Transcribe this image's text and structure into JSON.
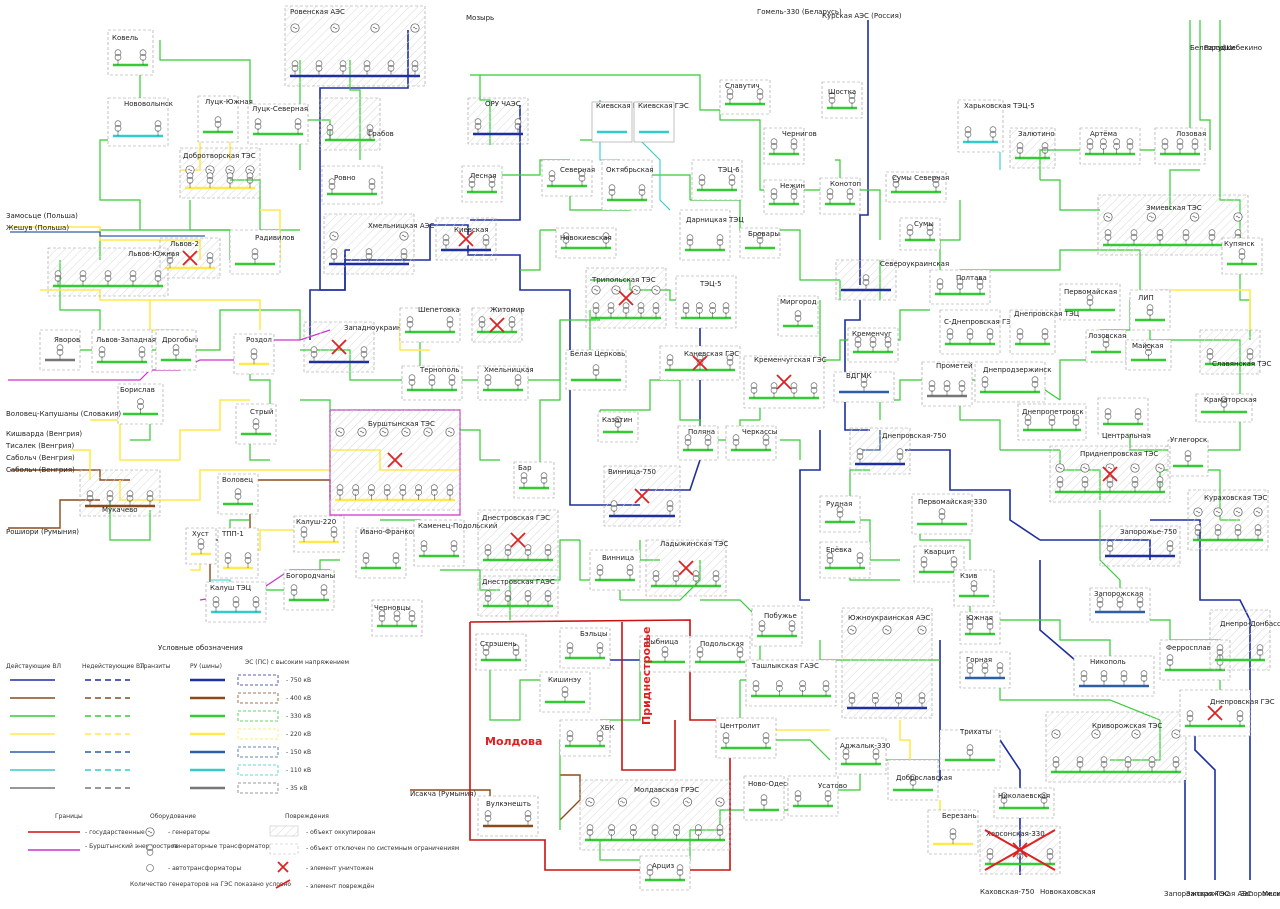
{
  "colors": {
    "kv750": "#1e2fa0",
    "kv400": "#8b4a1a",
    "kv330": "#33cc33",
    "kv220": "#ffe94d",
    "kv150": "#2c5fa8",
    "kv110": "#33cccc",
    "kv35": "#777777",
    "border": "#cc1111",
    "burshtyn": "#cc33cc",
    "damage": "#dd2222"
  },
  "region_labels": {
    "moldova": "Молдова",
    "pridnestrovie": "Приднестровье"
  },
  "stations": [
    {
      "id": "kovel",
      "name": "Ковель"
    },
    {
      "id": "rivne_aes",
      "name": "Ровенская АЭС"
    },
    {
      "id": "mozyr",
      "name": "Мозырь"
    },
    {
      "id": "gomel",
      "name": "Гомель-330 (Беларусь)"
    },
    {
      "id": "kursk",
      "name": "Курская АЭС (Россия)"
    },
    {
      "id": "novovolynsk",
      "name": "Нововолынск"
    },
    {
      "id": "lutsk_yuzh",
      "name": "Луцк-Южная"
    },
    {
      "id": "lutsk_sev",
      "name": "Луцк-Северная"
    },
    {
      "id": "grabov",
      "name": "Грабов"
    },
    {
      "id": "oru_chaes",
      "name": "ОРУ ЧАЭС"
    },
    {
      "id": "kiev_gaes",
      "name": "Киевская ГАЭС"
    },
    {
      "id": "kiev_ges",
      "name": "Киевская ГЭС"
    },
    {
      "id": "slavutich",
      "name": "Славутич"
    },
    {
      "id": "shostka",
      "name": "Шостка"
    },
    {
      "id": "kharkiv_tec5",
      "name": "Харьковская ТЭЦ-5"
    },
    {
      "id": "dobrotvor",
      "name": "Добротворская ТЭС"
    },
    {
      "id": "rovno",
      "name": "Ровно"
    },
    {
      "id": "lesnaya",
      "name": "Лесная"
    },
    {
      "id": "severnaya",
      "name": "Северная"
    },
    {
      "id": "oktyabrskaya",
      "name": "Октябрьская"
    },
    {
      "id": "tec6",
      "name": "ТЭЦ-6"
    },
    {
      "id": "chernigov",
      "name": "Чернигов"
    },
    {
      "id": "zalyutino",
      "name": "Залютино"
    },
    {
      "id": "artema",
      "name": "Артёма"
    },
    {
      "id": "lozovaya",
      "name": "Лозовая"
    },
    {
      "id": "zamoste",
      "name": "Замосьце (Польша)"
    },
    {
      "id": "zheshuv",
      "name": "Жешув (Польша)"
    },
    {
      "id": "khmelnitsky_aes",
      "name": "Хмельницкая АЭС"
    },
    {
      "id": "kievskaya",
      "name": "Киевская"
    },
    {
      "id": "darnitsa",
      "name": "Дарницкая ТЭЦ"
    },
    {
      "id": "nezhin",
      "name": "Нежин"
    },
    {
      "id": "konotop",
      "name": "Конотоп"
    },
    {
      "id": "sumy_sev",
      "name": "Сумы Северная"
    },
    {
      "id": "zmiev",
      "name": "Змиевская ТЭС"
    },
    {
      "id": "lviv2",
      "name": "Львов-2"
    },
    {
      "id": "radivilov",
      "name": "Радивилов"
    },
    {
      "id": "novokievskaya",
      "name": "Новокиевская"
    },
    {
      "id": "brovary",
      "name": "Бровары"
    },
    {
      "id": "sumy",
      "name": "Сумы"
    },
    {
      "id": "kupyansk",
      "name": "Купянск"
    },
    {
      "id": "lviv_yuzh",
      "name": "Львов-Южная"
    },
    {
      "id": "trypilska",
      "name": "Трипольская ТЭС"
    },
    {
      "id": "tec5",
      "name": "ТЭЦ-5"
    },
    {
      "id": "severoukr",
      "name": "Североукраинская"
    },
    {
      "id": "poltava",
      "name": "Полтава"
    },
    {
      "id": "pervomayska",
      "name": "Первомайская"
    },
    {
      "id": "lip",
      "name": "ЛИП"
    },
    {
      "id": "yavorov",
      "name": "Яворов"
    },
    {
      "id": "lviv_zap",
      "name": "Львов-Западная"
    },
    {
      "id": "drogobych",
      "name": "Дрогобыч"
    },
    {
      "id": "rozdol",
      "name": "Роздол"
    },
    {
      "id": "zapadnoukr",
      "name": "Западноукраинская"
    },
    {
      "id": "shepetovka",
      "name": "Шепетовка"
    },
    {
      "id": "zhitomir",
      "name": "Житомир"
    },
    {
      "id": "myrgorod",
      "name": "Миргород"
    },
    {
      "id": "sdnepr_ges",
      "name": "С-Днепровская ГЭС"
    },
    {
      "id": "dnepr_tec",
      "name": "Днепровская ТЭЦ"
    },
    {
      "id": "lozovskaya",
      "name": "Лозовская"
    },
    {
      "id": "belaya_tserkov",
      "name": "Белая Церковь"
    },
    {
      "id": "kanev_ges",
      "name": "Каневская ГЭС"
    },
    {
      "id": "kremenchug",
      "name": "Кременчуг"
    },
    {
      "id": "ternopil",
      "name": "Тернополь"
    },
    {
      "id": "khmelnitskaya",
      "name": "Хмельницкая"
    },
    {
      "id": "kremenchug_ges",
      "name": "Кременчугская ГЭС"
    },
    {
      "id": "prometey",
      "name": "Прометей"
    },
    {
      "id": "dneprodzerzh",
      "name": "Днепродзержинск"
    },
    {
      "id": "mayskaya",
      "name": "Майская"
    },
    {
      "id": "slavyanskaya",
      "name": "Славянская ТЭС"
    },
    {
      "id": "borislav",
      "name": "Борислав"
    },
    {
      "id": "vgpmk",
      "name": "ВДГМК"
    },
    {
      "id": "volovets",
      "name": "Воловец-Капушаны (Словакия)"
    },
    {
      "id": "burshtyn",
      "name": "Бурштынская ТЭС"
    },
    {
      "id": "stryi",
      "name": "Стрый"
    },
    {
      "id": "kazatin",
      "name": "Казатин"
    },
    {
      "id": "dnepr750",
      "name": "Днепровская-750"
    },
    {
      "id": "dnepropetrovsk",
      "name": "Днепропетровск"
    },
    {
      "id": "centralnaya",
      "name": "Центральная"
    },
    {
      "id": "kramatorsk",
      "name": "Краматорская"
    },
    {
      "id": "kisvarda",
      "name": "Кишварда (Венгрия)"
    },
    {
      "id": "tisalek",
      "name": "Тисалек (Венгрия)"
    },
    {
      "id": "sabolch1",
      "name": "Сабольч (Венгрия)"
    },
    {
      "id": "sabolch2",
      "name": "Сабольч (Венгрия)"
    },
    {
      "id": "polyana",
      "name": "Поляна"
    },
    {
      "id": "cherkassy",
      "name": "Черкассы"
    },
    {
      "id": "vinnitsa750",
      "name": "Винница-750"
    },
    {
      "id": "uglegorsk",
      "name": "Углегорск"
    },
    {
      "id": "pridneprov",
      "name": "Приднепровская ТЭС"
    },
    {
      "id": "bar",
      "name": "Бар"
    },
    {
      "id": "mukachevo",
      "name": "Мукачево"
    },
    {
      "id": "volovets2",
      "name": "Воловец"
    },
    {
      "id": "roshiori",
      "name": "Рошиори (Румыния)"
    },
    {
      "id": "khust",
      "name": "Хуст"
    },
    {
      "id": "tpp1",
      "name": "ТПП-1"
    },
    {
      "id": "kaluzh",
      "name": "Калуш ТЭЦ"
    },
    {
      "id": "kalush220",
      "name": "Калуш-220"
    },
    {
      "id": "ivano_frank",
      "name": "Ивано-Франковск"
    },
    {
      "id": "kamenets",
      "name": "Каменец-Подольский"
    },
    {
      "id": "bogorodchany",
      "name": "Богородчаны"
    },
    {
      "id": "chernovtsy",
      "name": "Черновцы"
    },
    {
      "id": "dnestr_ges",
      "name": "Днестровская ГЭС"
    },
    {
      "id": "dnestr_gaes",
      "name": "Днестровская ГАЭС"
    },
    {
      "id": "vinnitsa",
      "name": "Винница"
    },
    {
      "id": "ladyzhin",
      "name": "Ладыжинская ТЭС"
    },
    {
      "id": "rudnaya",
      "name": "Рудная"
    },
    {
      "id": "yerevanka",
      "name": "Ерёвка"
    },
    {
      "id": "krivoy",
      "name": "Кварцит"
    },
    {
      "id": "pervomay330",
      "name": "Первомайская-330"
    },
    {
      "id": "zaporozh750",
      "name": "Запорожье-750"
    },
    {
      "id": "kurakhovo",
      "name": "Кураховская ТЭС"
    },
    {
      "id": "zaporozhskaya",
      "name": "Запорожская"
    },
    {
      "id": "ksiv",
      "name": "Кзив"
    },
    {
      "id": "yuzhnaya",
      "name": "Южная"
    },
    {
      "id": "gornaya",
      "name": "Горная"
    },
    {
      "id": "soroki",
      "name": "Стрэшень"
    },
    {
      "id": "beltsy",
      "name": "Бэльцы"
    },
    {
      "id": "rybnitsa",
      "name": "Рыбница"
    },
    {
      "id": "pobuzhye",
      "name": "Побужье"
    },
    {
      "id": "yuzhnoukr",
      "name": "Южноукраинская АЭС"
    },
    {
      "id": "podolskaya",
      "name": "Подольская"
    },
    {
      "id": "tashlyk",
      "name": "Ташлыкская ГАЭС"
    },
    {
      "id": "nikopol",
      "name": "Никополь"
    },
    {
      "id": "ferroslav",
      "name": "Ферросплав"
    },
    {
      "id": "dnepr_donbass",
      "name": "Днепро-Донбасс"
    },
    {
      "id": "kishinev",
      "name": "Кишинэу"
    },
    {
      "id": "khbk",
      "name": "ХБК"
    },
    {
      "id": "centrolit",
      "name": "Центролит"
    },
    {
      "id": "adzhalyk",
      "name": "Аджалык-330"
    },
    {
      "id": "trikhaty",
      "name": "Трихаты"
    },
    {
      "id": "krivorog_tes",
      "name": "Криворожская ТЭС"
    },
    {
      "id": "dnepr_ges",
      "name": "Днепровская ГЭС"
    },
    {
      "id": "isakcha",
      "name": "Исакча (Румыния)"
    },
    {
      "id": "vulkanesht",
      "name": "Вулкэнешть"
    },
    {
      "id": "moldav_gres",
      "name": "Молдавская ГРЭС"
    },
    {
      "id": "novo_odessa",
      "name": "Ново-Одесская"
    },
    {
      "id": "usatovo",
      "name": "Усатово"
    },
    {
      "id": "dobro",
      "name": "Доброславская"
    },
    {
      "id": "nikolaevskaya",
      "name": "Николаевская"
    },
    {
      "id": "berezan",
      "name": "Березань"
    },
    {
      "id": "kherson",
      "name": "Херсонская-330"
    },
    {
      "id": "artsyz",
      "name": "Арциз"
    },
    {
      "id": "kakhovka",
      "name": "Каховская-750"
    },
    {
      "id": "novokakh",
      "name": "Новокаховская"
    },
    {
      "id": "zap_tes",
      "name": "Запорожская ТЭС"
    },
    {
      "id": "zap_aes",
      "name": "Запорожская АЭС"
    },
    {
      "id": "zap_tes2",
      "name": "Запорожская ТЭС"
    },
    {
      "id": "melitopol",
      "name": "Мелитополь"
    },
    {
      "id": "belgorod",
      "name": "Белгород"
    },
    {
      "id": "valuyki",
      "name": "Валуйки"
    },
    {
      "id": "shebekino",
      "name": "Шебекино"
    }
  ],
  "legend": {
    "title": "Условные обозначения",
    "col_active": "Действующие ВЛ",
    "col_inactive": "Недействующие ВЛ",
    "col_transit": "Транзиты",
    "col_ru": "РУ (шины)",
    "col_ps": "ЭС (ПС) с высоким напряжением",
    "voltages": [
      "- 750 кВ",
      "- 400 кВ",
      "- 330 кВ",
      "- 220 кВ",
      "- 150 кВ",
      "- 110 кВ",
      "- 35 кВ"
    ]
  },
  "legend2": {
    "borders_title": "Границы",
    "border_state": "- государственные",
    "border_burshtyn": "- Бурштынский энергоостров",
    "equip_title": "Оборудование",
    "eq_gen": "- генераторы",
    "eq_trans": "- генераторные трансформаторы",
    "eq_auto": "- автотрансформаторы",
    "damage_title": "Повреждения",
    "dmg_occupied": "- объект оккупирован",
    "dmg_disabled": "- объект отключен по системным ограничениям",
    "dmg_destroyed": "- элемент уничтожен",
    "dmg_damaged": "- элемент повреждён",
    "note": "Количество генераторов на ГЭС показано условно"
  }
}
